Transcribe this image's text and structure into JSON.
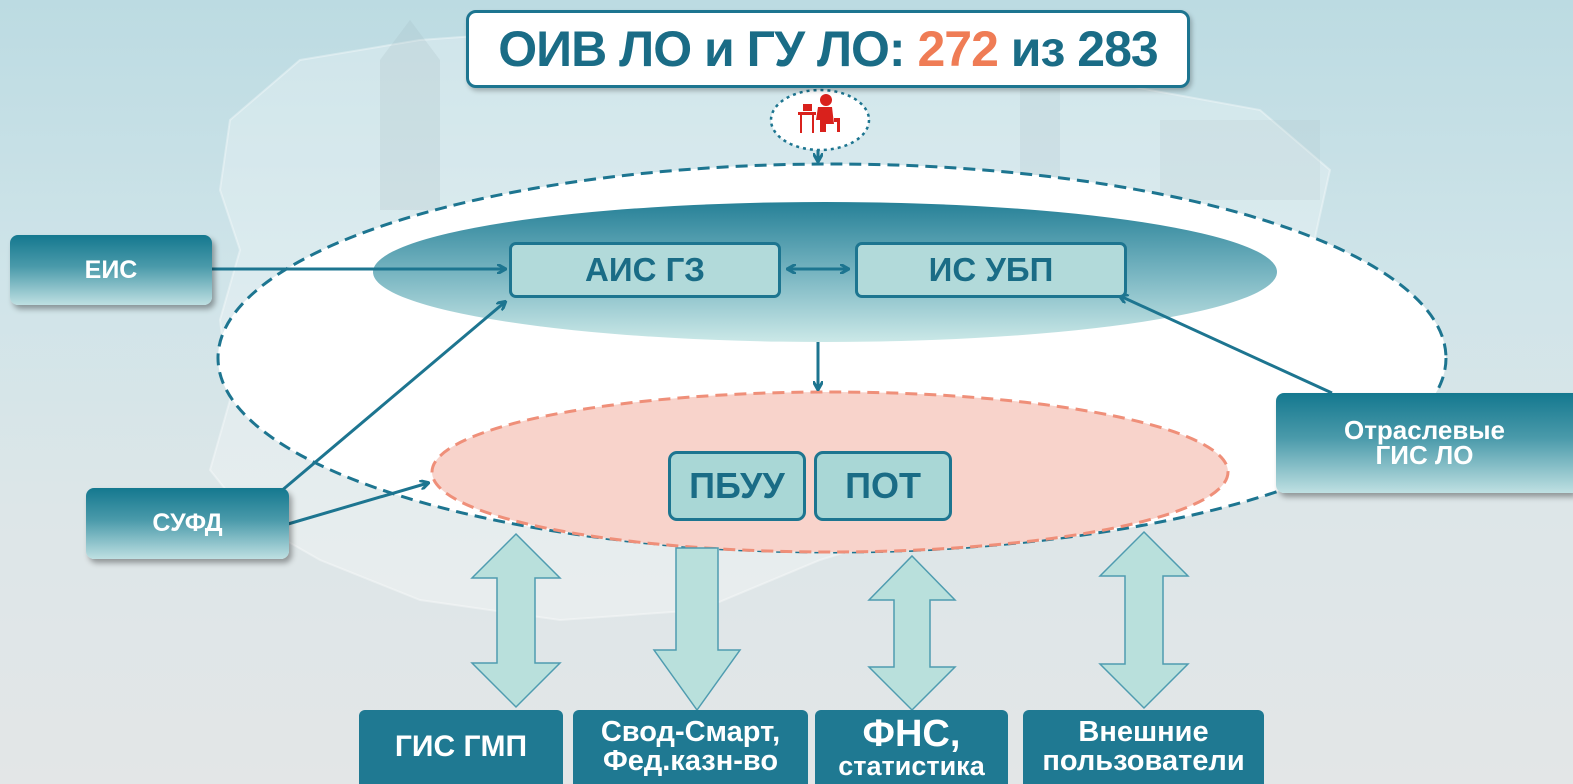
{
  "title": {
    "prefix": "ОИВ ЛО и ГУ ЛО: ",
    "count": "272",
    "middle": " из ",
    "total": "283"
  },
  "colors": {
    "primary": "#1d7590",
    "accent": "#ef7c55",
    "pink_fill": "#f8d3cb",
    "arrow_fill": "#b9e0dc",
    "user_icon": "#d9211c"
  },
  "icons": {
    "user": "person-at-desk-icon"
  },
  "left_sources": [
    {
      "label": "ЕИС"
    },
    {
      "label": "СУФД"
    }
  ],
  "right_source": {
    "line1": "Отраслевые",
    "line2": "ГИС ЛО"
  },
  "top_systems": [
    {
      "label": "АИС ГЗ"
    },
    {
      "label": "ИС УБП"
    }
  ],
  "lower_systems": [
    {
      "label": "ПБУУ"
    },
    {
      "label": "ПОТ"
    }
  ],
  "bottom_blocks": [
    {
      "line1": "ГИС ГМП",
      "line2": ""
    },
    {
      "line1": "Свод-Смарт,",
      "line2": "Фед.казн-во"
    },
    {
      "line1": "ФНС,",
      "line2": "статистика"
    },
    {
      "line1": "Внешние",
      "line2": "пользователи"
    }
  ]
}
